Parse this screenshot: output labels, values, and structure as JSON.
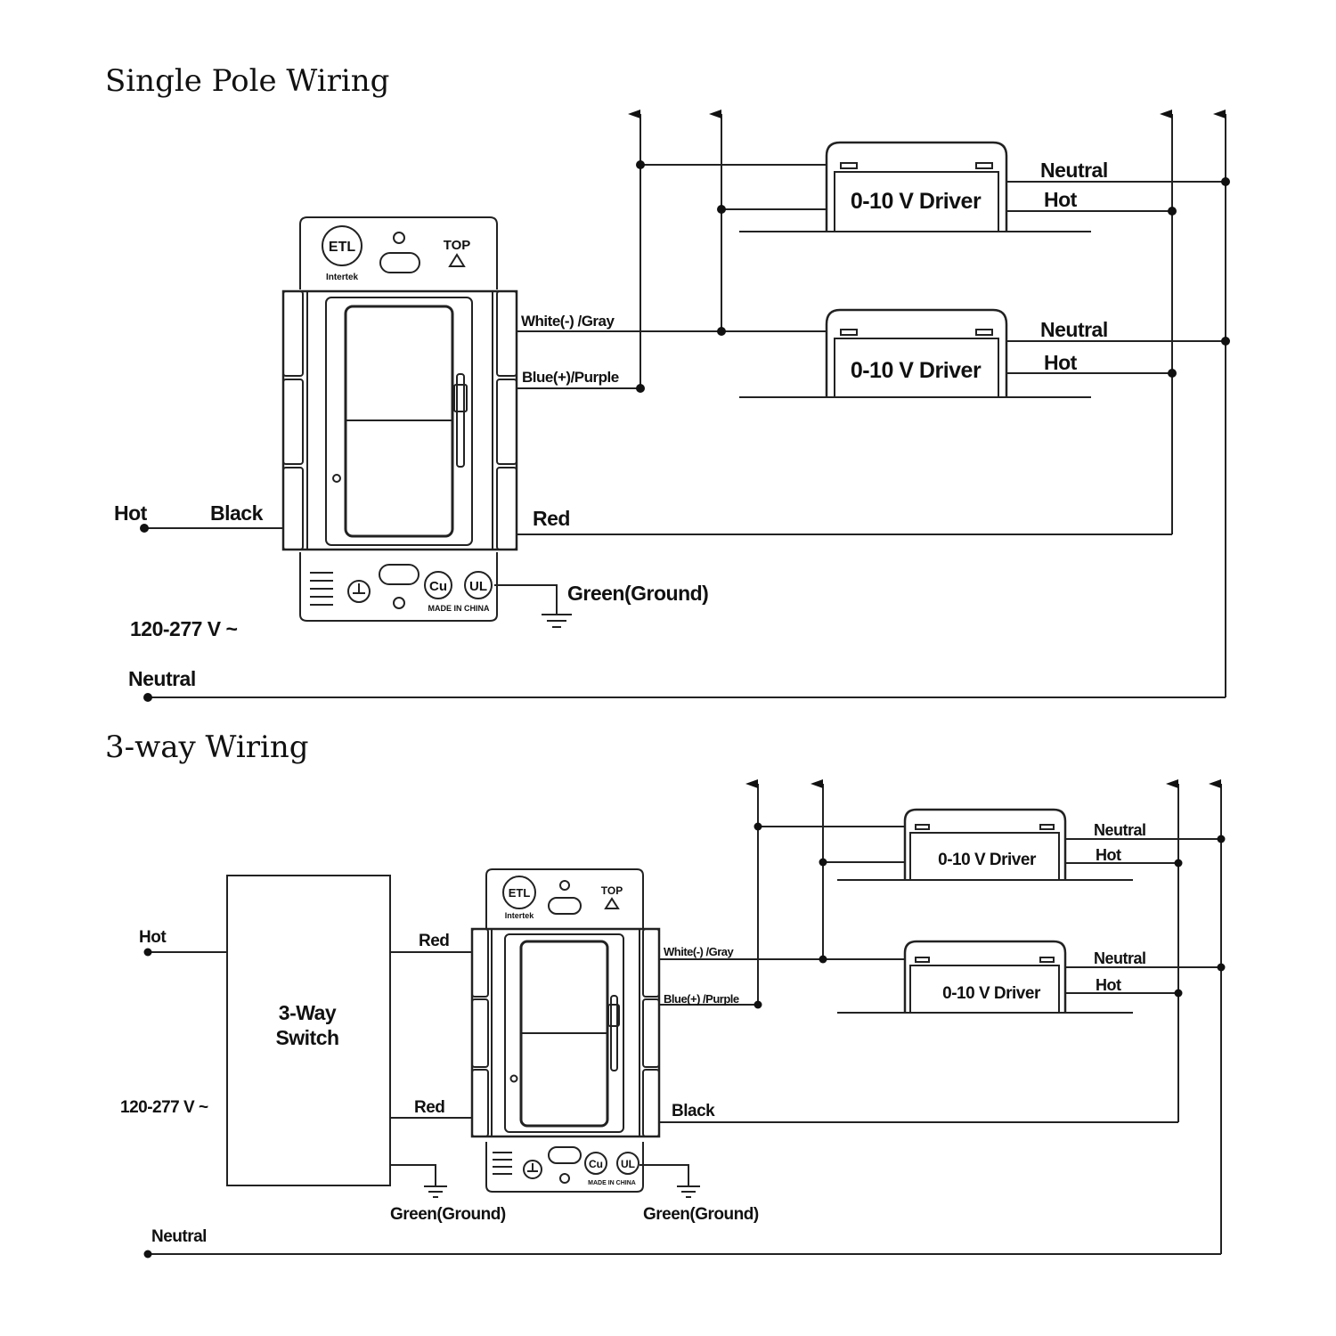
{
  "single_pole": {
    "title": "Single Pole Wiring",
    "hot_label": "Hot",
    "black_label": "Black",
    "red_label": "Red",
    "white_gray_label": "White(-) /Gray",
    "blue_purple_label": "Blue(+)/Purple",
    "ground_label": "Green(Ground)",
    "voltage_label": "120-277 V ~",
    "neutral_label": "Neutral",
    "driver1": {
      "label": "0-10 V Driver",
      "neutral": "Neutral",
      "hot": "Hot"
    },
    "driver2": {
      "label": "0-10 V Driver",
      "neutral": "Neutral",
      "hot": "Hot"
    },
    "dimmer": {
      "top_label": "TOP",
      "cert_label": "Intertek",
      "made_label": "MADE IN CHINA"
    }
  },
  "three_way": {
    "title": "3-way Wiring",
    "hot_label": "Hot",
    "switch_label_1": "3-Way",
    "switch_label_2": "Switch",
    "voltage_label": "120-277 V ~",
    "red_top_label": "Red",
    "red_bottom_label": "Red",
    "white_gray_label": "White(-) /Gray",
    "blue_purple_label": "Blue(+) /Purple",
    "black_label": "Black",
    "ground_label_left": "Green(Ground)",
    "ground_label_right": "Green(Ground)",
    "neutral_label": "Neutral",
    "driver1": {
      "label": "0-10 V Driver",
      "neutral": "Neutral",
      "hot": "Hot"
    },
    "driver2": {
      "label": "0-10 V Driver",
      "neutral": "Neutral",
      "hot": "Hot"
    },
    "dimmer": {
      "top_label": "TOP",
      "cert_label": "Intertek",
      "made_label": "MADE IN CHINA"
    }
  }
}
